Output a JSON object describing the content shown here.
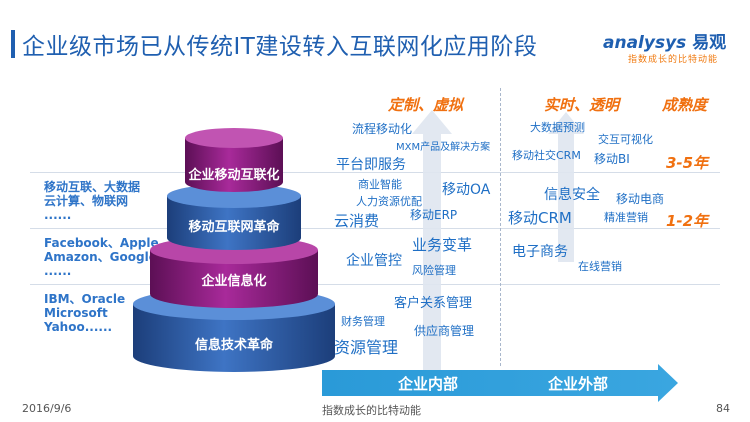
{
  "header": {
    "title": "企业级市场已从传统IT建设转入互联网化应用阶段",
    "logo_main": "analysys",
    "logo_brand": "易观",
    "logo_tagline": "指数成长的比特动能"
  },
  "columns": {
    "left_header": "定制、虚拟",
    "right_header": "实时、透明",
    "maturity_header": "成熟度"
  },
  "maturity_levels": [
    "3-5年",
    "1-2年"
  ],
  "left_labels": [
    [
      "移动互联、大数据",
      "云计算、物联网",
      "......"
    ],
    [
      "Facebook、Apple",
      "Amazon、Google",
      "......"
    ],
    [
      "IBM、Oracle",
      "Microsoft",
      "Yahoo......"
    ]
  ],
  "pyramid_tiers": [
    "企业移动互联化",
    "移动互联网革命",
    "企业信息化",
    "信息技术革命"
  ],
  "keywords_internal": [
    "流程移动化",
    "MXM产品及解决方案",
    "平台即服务",
    "商业智能",
    "移动OA",
    "人力资源优配",
    "移动ERP",
    "云消费",
    "业务变革",
    "企业管控",
    "风险管理",
    "客户关系管理",
    "财务管理",
    "供应商管理",
    "资源管理"
  ],
  "keywords_external": [
    "大数据预测",
    "交互可视化",
    "移动社交CRM",
    "移动BI",
    "信息安全",
    "移动电商",
    "移动CRM",
    "精准营销",
    "电子商务",
    "在线营销"
  ],
  "bottom_arrow": {
    "left_label": "企业内部",
    "right_label": "企业外部"
  },
  "footer": {
    "date": "2016/9/6",
    "center": "指数成长的比特动能",
    "page": "84"
  },
  "colors": {
    "brand_blue": "#1f5fb0",
    "accent_orange": "#f07010",
    "tier_purple": "#8a1a7e",
    "tier_navy": "#2a5aa8",
    "arrow_blue": "#2a9ad8"
  }
}
